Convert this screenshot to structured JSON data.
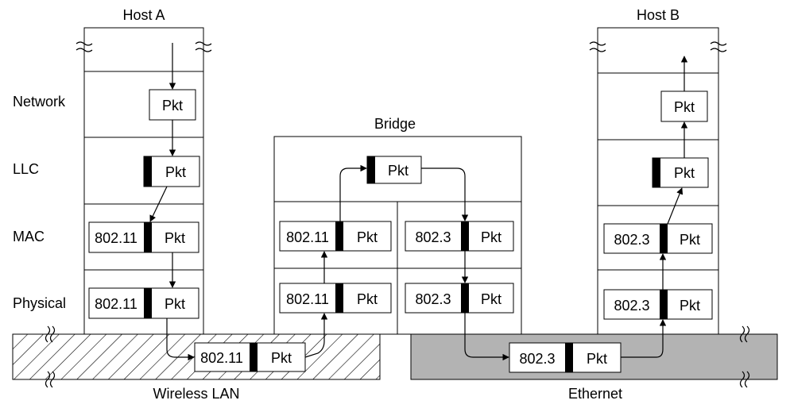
{
  "hosts": {
    "a": "Host A",
    "b": "Host B"
  },
  "bridge": {
    "title": "Bridge"
  },
  "layers": {
    "network": "Network",
    "llc": "LLC",
    "mac": "MAC",
    "physical": "Physical"
  },
  "media": {
    "wireless": "Wireless LAN",
    "ethernet": "Ethernet"
  },
  "packet": {
    "pkt": "Pkt",
    "wifi_header": "802.11",
    "eth_header": "802.3"
  },
  "colors": {
    "ethernet_fill": "#b3b3b3",
    "header_bar": "#000000",
    "line": "#000000"
  }
}
